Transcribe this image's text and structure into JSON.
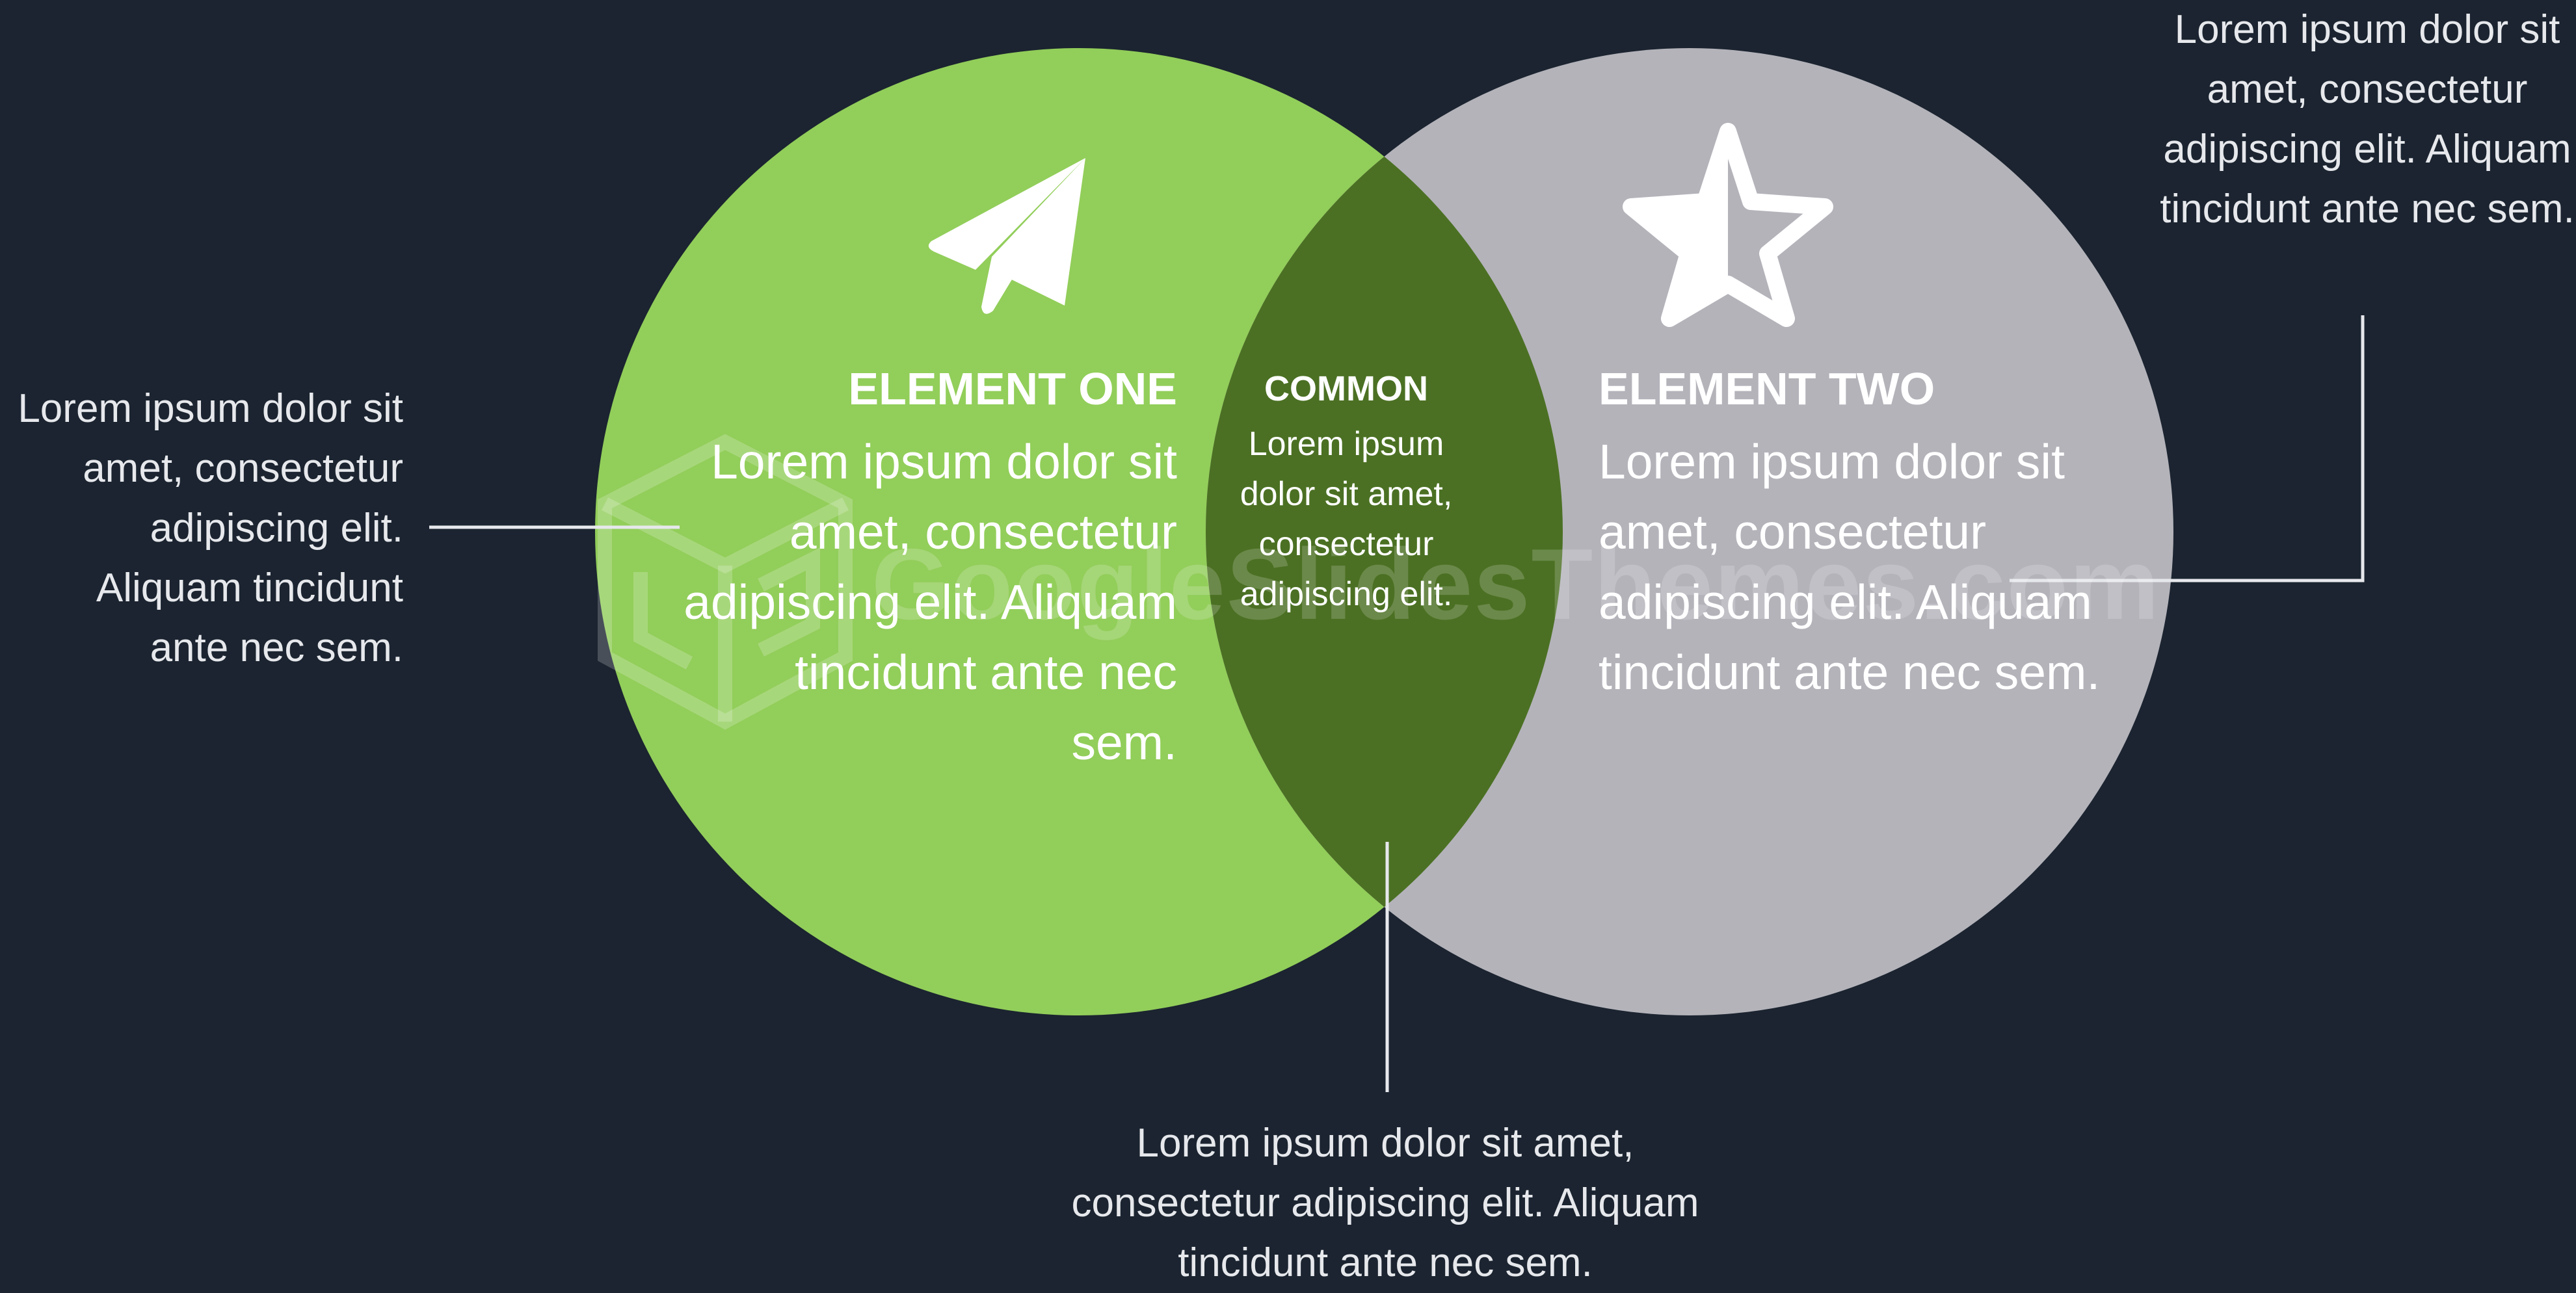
{
  "colors": {
    "background": "#1b2430",
    "element_one": "#92ce5a",
    "element_two": "#b4b3ba",
    "common": "#4b7023",
    "text": "#e6e8ec",
    "connector": "#e6e8ec"
  },
  "element_one": {
    "icon": "paper-plane-icon",
    "title": "ELEMENT ONE",
    "body": "Lorem ipsum dolor sit amet, consectetur adipiscing elit. Aliquam tincidunt ante nec sem."
  },
  "element_two": {
    "icon": "half-star-icon",
    "title": "ELEMENT TWO",
    "body": "Lorem ipsum dolor sit amet, consectetur adipiscing elit. Aliquam tincidunt ante nec sem."
  },
  "common": {
    "title": "COMMON",
    "body": "Lorem ipsum dolor sit amet, consectetur adipiscing elit."
  },
  "callouts": {
    "left": "Lorem ipsum dolor sit amet, consectetur adipiscing elit. Aliquam tincidunt ante nec sem.",
    "top_right": "Lorem ipsum dolor sit amet, consectetur adipiscing elit. Aliquam tincidunt ante nec sem.",
    "bottom": "Lorem ipsum dolor sit amet, consectetur adipiscing elit. Aliquam tincidunt ante nec sem."
  },
  "watermark": {
    "text": "GoogleSlidesThemes.com",
    "logo": "cube-logo-icon"
  }
}
